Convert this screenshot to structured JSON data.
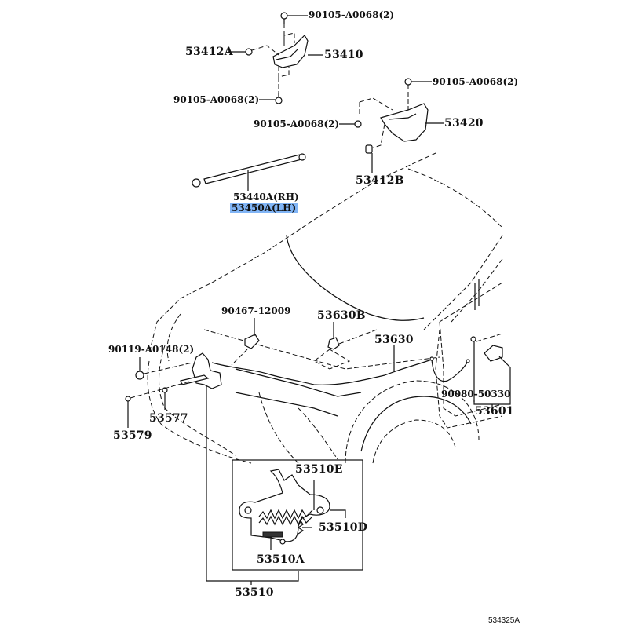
{
  "diagram": {
    "title": "Hood Lock & Hinge Parts Diagram",
    "reference_code": "534325A",
    "highlight_color": "#80b4f5",
    "labels": {
      "bolt_top_hinge_lh": "90105-A0068(2)",
      "bushing_53412A": "53412A",
      "hinge_53410": "53410",
      "bolt_lower_hinge_lh": "90105-A0068(2)",
      "bolt_top_hinge_rh": "90105-A0068(2)",
      "bolt_lower_hinge_rh": "90105-A0068(2)",
      "hinge_53420": "53420",
      "bushing_53412B": "53412B",
      "support_rh": "53440A(RH)",
      "support_lh": "53450A(LH)",
      "clamp_90467": "90467-12009",
      "clip_53630B": "53630B",
      "cable_53630": "53630",
      "bolt_90119": "90119-A0148(2)",
      "cushion_53577": "53577",
      "cushion_53579": "53579",
      "screw_90080": "90080-50330",
      "lever_53601": "53601",
      "spring_53510E": "53510E",
      "spring_53510D": "53510D",
      "spring_53510A": "53510A",
      "lock_53510": "53510"
    }
  }
}
